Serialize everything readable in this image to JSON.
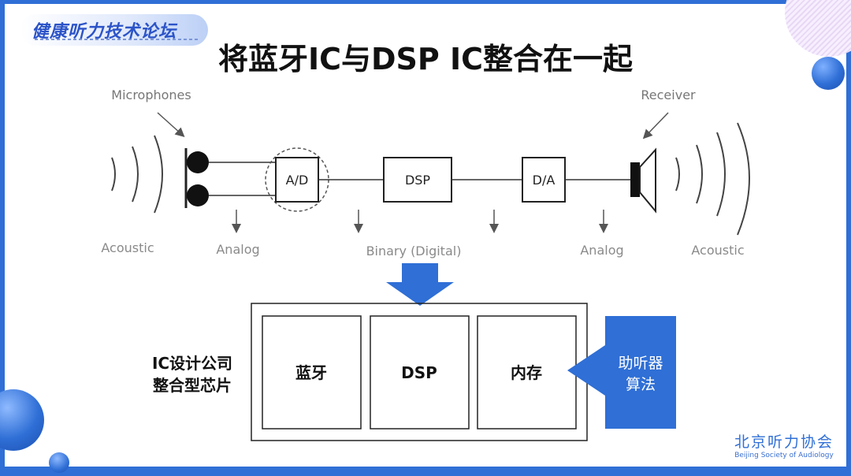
{
  "header": {
    "logo_text": "健康听力技术论坛",
    "title": "将蓝牙IC与DSP IC整合在一起"
  },
  "diagram": {
    "labels": {
      "microphones": "Microphones",
      "receiver": "Receiver",
      "acoustic_left": "Acoustic",
      "analog_left": "Analog",
      "binary": "Binary (Digital)",
      "analog_right": "Analog",
      "acoustic_right": "Acoustic"
    },
    "blocks": {
      "ad": "A/D",
      "dsp": "DSP",
      "da": "D/A"
    },
    "chip": {
      "side_label_line1": "IC设计公司",
      "side_label_line2": "整合型芯片",
      "cells": [
        "蓝牙",
        "DSP",
        "内存"
      ],
      "algorithm_line1": "助听器",
      "algorithm_line2": "算法"
    }
  },
  "footer": {
    "org_cn": "北京听力协会",
    "org_en": "Beijing Society of Audiology"
  },
  "colors": {
    "accent": "#2f6fd6",
    "algorithm_box": "#2f6fd6",
    "diagram_gray": "#8a8a8a",
    "diagram_dark": "#333333"
  }
}
